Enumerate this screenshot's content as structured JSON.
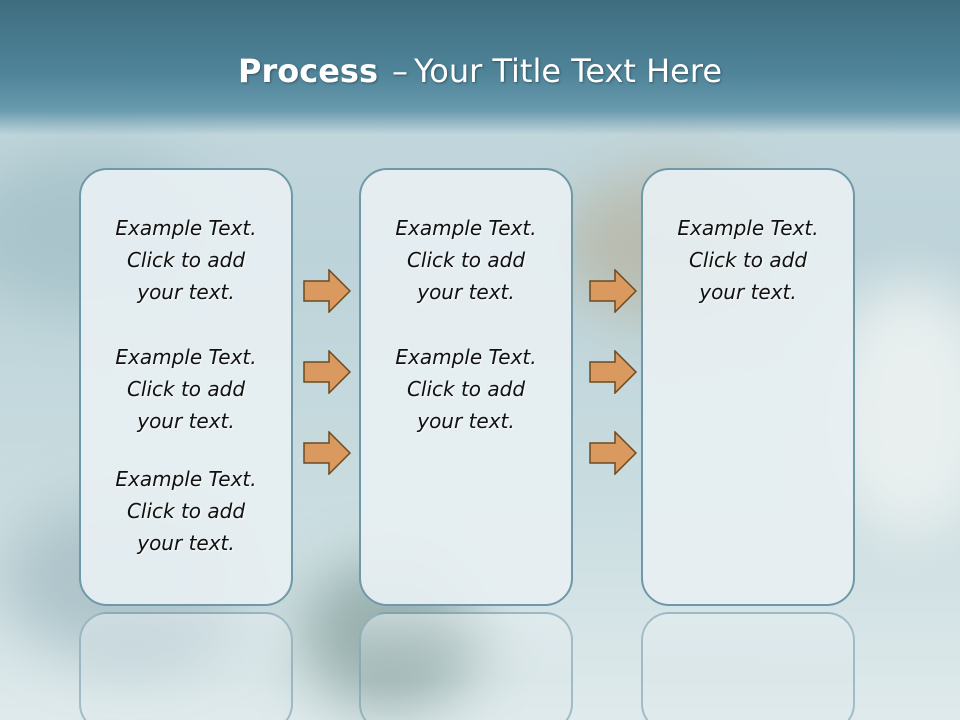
{
  "title": {
    "bold": "Process",
    "dash": "–",
    "rest": "Your Title Text Here"
  },
  "columns": [
    {
      "paragraphs": [
        {
          "line1": "Example Text.",
          "line2": "Click  to add",
          "line3": "your text."
        },
        {
          "line1": "Example Text.",
          "line2": "Click  to add",
          "line3": "your text."
        },
        {
          "line1": "Example Text.",
          "line2": "Click  to add",
          "line3": "your text."
        }
      ]
    },
    {
      "paragraphs": [
        {
          "line1": "Example Text.",
          "line2": "Click  to add",
          "line3": "your text."
        },
        {
          "line1": "Example Text.",
          "line2": "Click  to add",
          "line3": "your text."
        }
      ]
    },
    {
      "paragraphs": [
        {
          "line1": "Example Text.",
          "line2": "Click  to add",
          "line3": "your text."
        }
      ]
    }
  ],
  "colors": {
    "arrow_fill": "#d9995f",
    "arrow_stroke": "#6b4a22",
    "box_border": "#6f98a8"
  },
  "icons": [
    "arrow-right-icon"
  ]
}
